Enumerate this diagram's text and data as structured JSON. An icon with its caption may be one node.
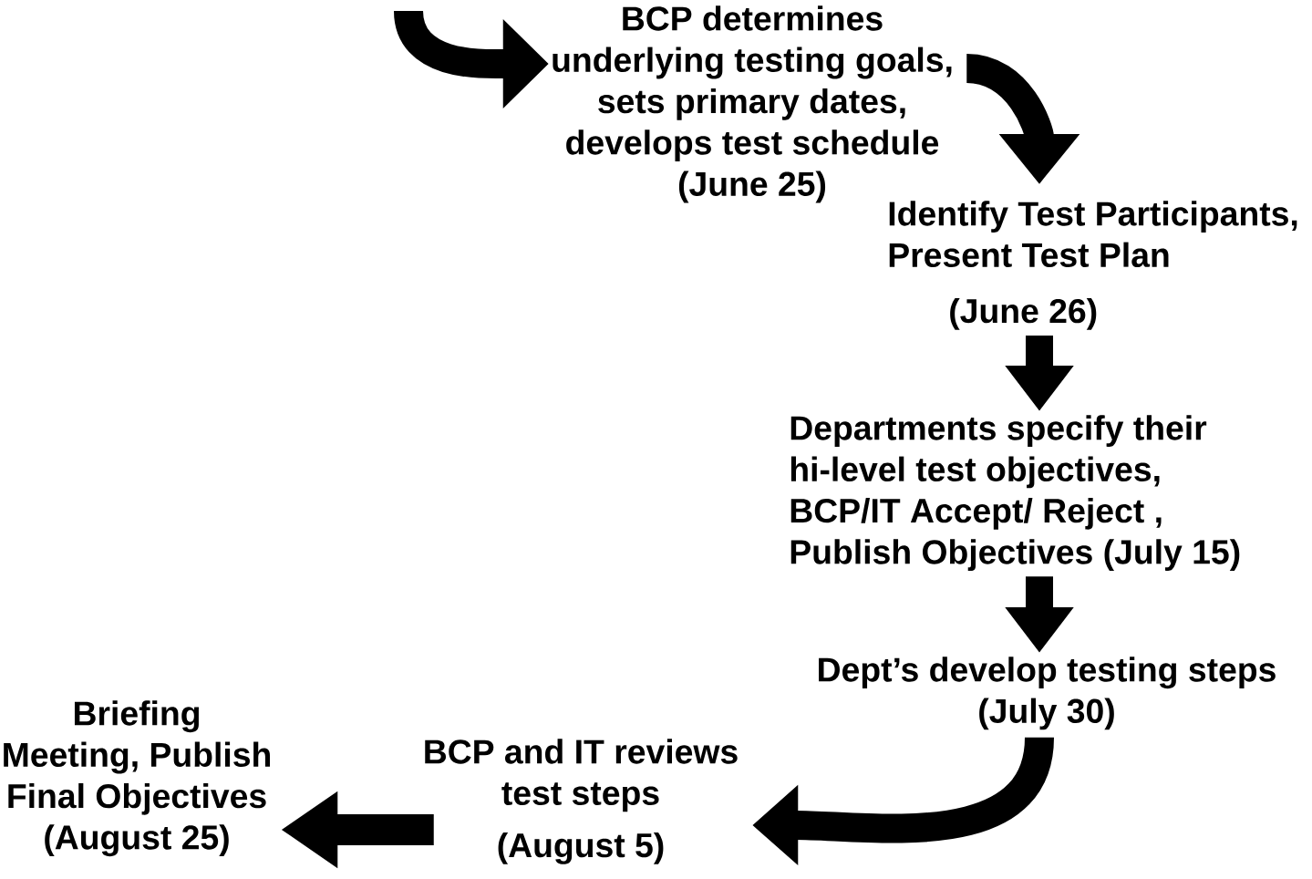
{
  "diagram": {
    "nodes": [
      {
        "text": [
          "BCP determines underlying testing goals, sets primary dates, develops test schedule (June 25)"
        ]
      },
      {
        "text": [
          "Identify Test Participants, Present Test Plan",
          "(June 26)"
        ]
      },
      {
        "text": [
          "Departments specify their hi-level test objectives, BCP/IT Accept/ Reject , Publish Objectives (July 15)"
        ]
      },
      {
        "text": [
          "Dept’s develop testing steps (July 30)"
        ]
      },
      {
        "text": [
          "BCP and IT reviews test steps",
          "(August 5)"
        ]
      },
      {
        "text": [
          "Briefing Meeting, Publish Final Objectives (August 25)"
        ]
      }
    ],
    "edges": [
      {
        "from": null,
        "to": 0,
        "arrow": "to"
      },
      {
        "from": 0,
        "to": 1,
        "arrow": "to"
      },
      {
        "from": 1,
        "to": 2,
        "arrow": "to"
      },
      {
        "from": 2,
        "to": 3,
        "arrow": "to"
      },
      {
        "from": 3,
        "to": 4,
        "arrow": "to"
      },
      {
        "from": 4,
        "to": 5,
        "arrow": "to"
      }
    ]
  }
}
